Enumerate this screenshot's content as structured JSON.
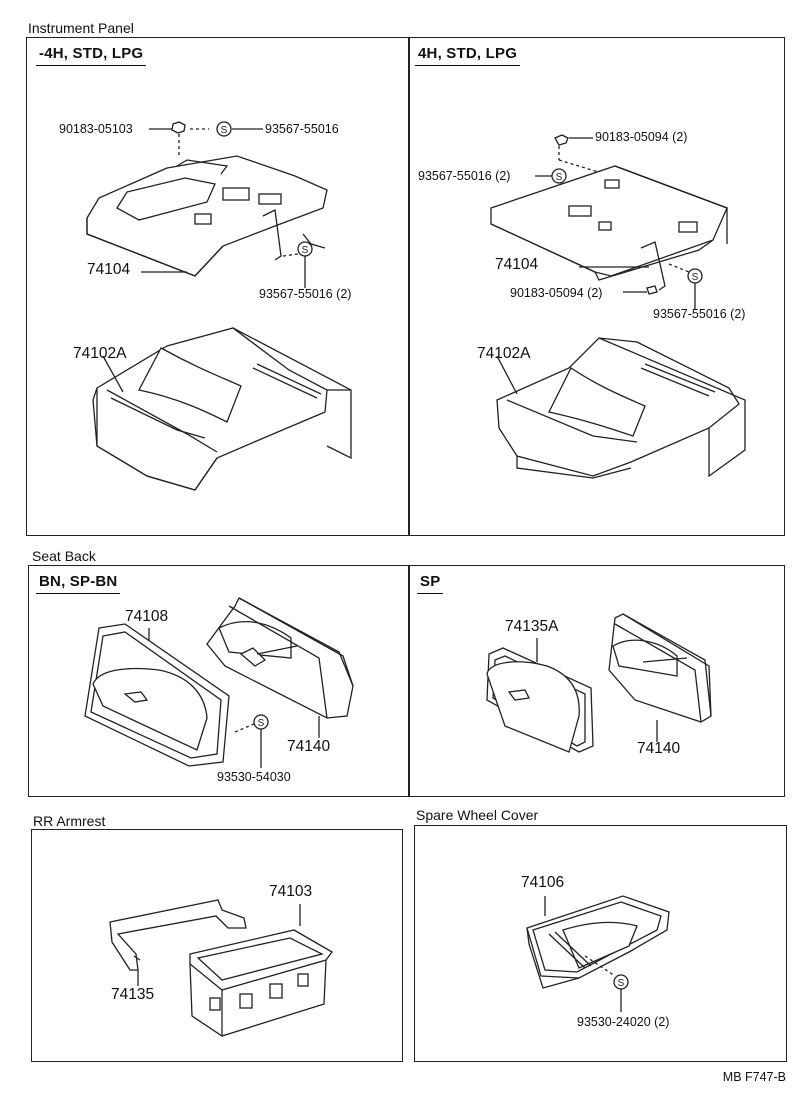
{
  "sections": {
    "instrument_panel": "Instrument Panel",
    "seat_back": "Seat Back",
    "rr_armrest": "RR Armrest",
    "spare_wheel_cover": "Spare Wheel Cover"
  },
  "panels": {
    "ip_left": {
      "title": "-4H, STD, LPG",
      "labels": {
        "nut": "90183-05103",
        "screw": "93567-55016",
        "tray": "74104",
        "screw_side": "93567-55016 (2)",
        "box": "74102A"
      }
    },
    "ip_right": {
      "title": "4H, STD, LPG",
      "labels": {
        "nut_top": "90183-05094 (2)",
        "screw_top": "93567-55016 (2)",
        "tray": "74104",
        "nut_side": "90183-05094 (2)",
        "screw_side": "93567-55016 (2)",
        "box": "74102A"
      }
    },
    "sb_left": {
      "title": "BN, SP-BN",
      "labels": {
        "ashtray": "74108",
        "housing": "74140",
        "screw": "93530-54030"
      }
    },
    "sb_right": {
      "title": "SP",
      "labels": {
        "ashtray": "74135A",
        "housing": "74140"
      }
    },
    "armrest": {
      "labels": {
        "ashtray": "74103",
        "bracket": "74135"
      }
    },
    "spare_wheel": {
      "labels": {
        "ashtray": "74106",
        "screw": "93530-24020 (2)"
      }
    }
  },
  "screw_symbol": "S",
  "footer": "MB  F747-B"
}
